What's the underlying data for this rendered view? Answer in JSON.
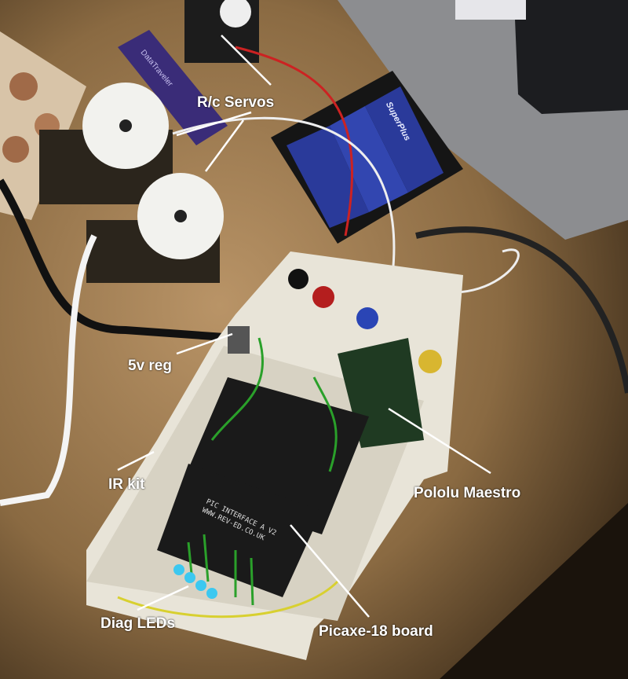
{
  "labels": {
    "servos": "R/c Servos",
    "reg": "5v reg",
    "ir": "IR kit",
    "maestro": "Pololu Maestro",
    "leds": "Diag LEDs",
    "picaxe": "Picaxe-18 board"
  },
  "printed": {
    "pcb_line1": "PIC INTERFACE A V2",
    "pcb_line2": "WWW.REV-ED.CO.UK",
    "battery": "SuperPlus",
    "usb_stick": "DataTraveler"
  },
  "colors": {
    "desk": "#8a6a42",
    "laptop": "#8c8d90",
    "pcb": "#1a1a1a",
    "breadboard": "#e8e4d8",
    "label": "#ffffff"
  }
}
